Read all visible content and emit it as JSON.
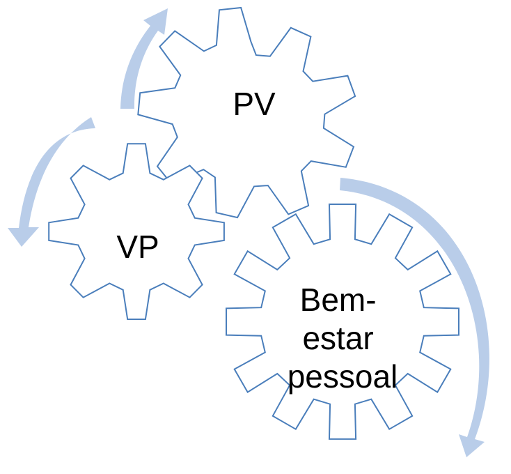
{
  "gears": [
    {
      "id": "pv",
      "label_lines": [
        "PV"
      ]
    },
    {
      "id": "vp",
      "label_lines": [
        "VP"
      ]
    },
    {
      "id": "bem-estar",
      "label_lines": [
        "Bem-",
        "estar",
        "pessoal"
      ]
    }
  ],
  "colors": {
    "gear_outline": "#4a7ebb",
    "gear_fill": "#ffffff",
    "arrow_fill": "#b9cde9",
    "text": "#000000"
  }
}
